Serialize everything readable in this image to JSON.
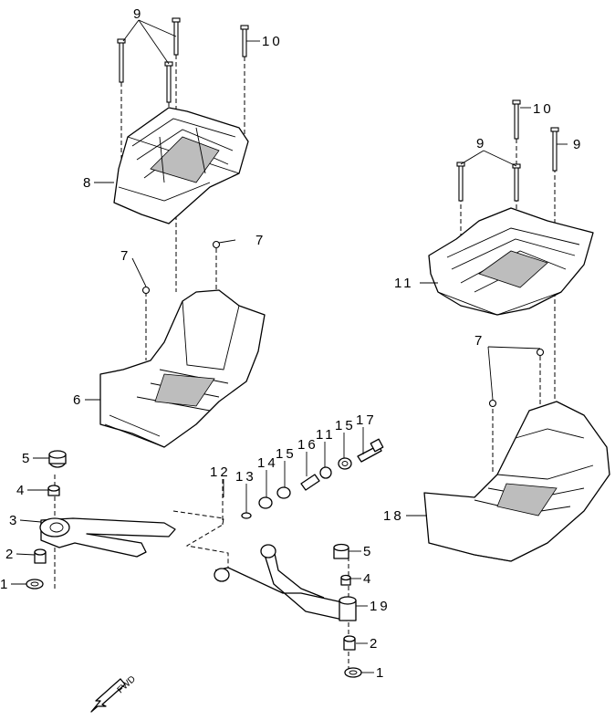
{
  "callouts": {
    "c9_top": "9",
    "c10_top": "10",
    "c8": "8",
    "c7_left": "7",
    "c7_mid": "7",
    "c6": "6",
    "c10_right": "10",
    "c9_right_a": "9",
    "c9_right_b": "9",
    "c11": "11",
    "c7_right": "7",
    "c18": "18",
    "c5_left": "5",
    "c4_left": "4",
    "c3": "3",
    "c2_left": "2",
    "c1_left": "1",
    "c12": "12",
    "c13": "13",
    "c14": "14",
    "c15_a": "15",
    "c16": "16",
    "c11_hw": "11",
    "c15_b": "15",
    "c17": "17",
    "c5_right": "5",
    "c4_right": "4",
    "c19": "19",
    "c2_right": "2",
    "c1_right": "1"
  },
  "direction_label": "FWD",
  "colors": {
    "line": "#000000",
    "background": "#ffffff",
    "hatch": "#bdbdbd"
  }
}
